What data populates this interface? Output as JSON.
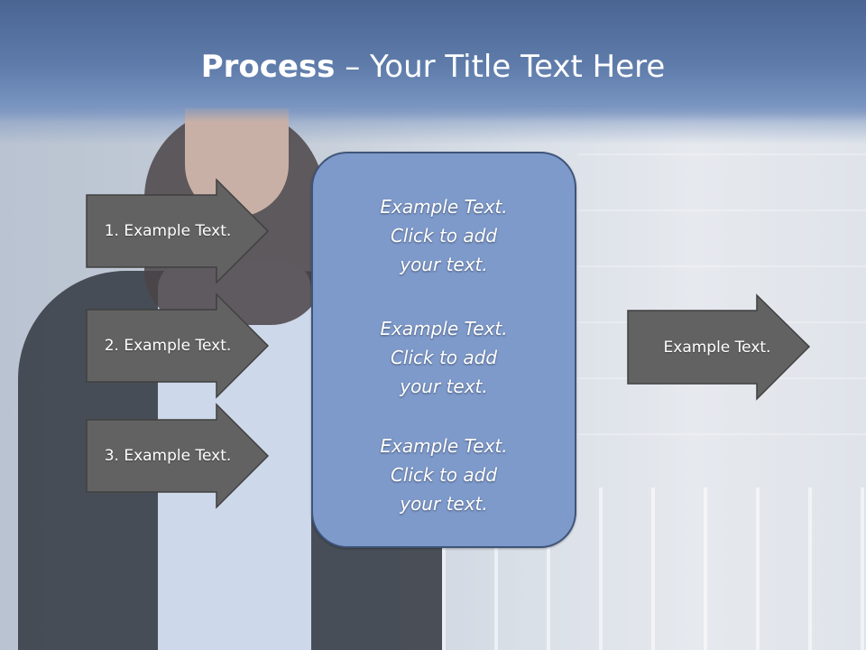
{
  "title": {
    "bold": "Process",
    "rest": " – Your Title Text Here"
  },
  "left_arrows": [
    {
      "label": "1. Example Text."
    },
    {
      "label": "2. Example Text."
    },
    {
      "label": "3. Example Text."
    }
  ],
  "center_box": {
    "paragraphs": [
      {
        "line1": "Example Text.",
        "line2": "Click  to add",
        "line3": "your text."
      },
      {
        "line1": "Example Text.",
        "line2": "Click  to add",
        "line3": "your text."
      },
      {
        "line1": "Example Text.",
        "line2": "Click  to add",
        "line3": "your text."
      }
    ]
  },
  "right_arrow": {
    "label": "Example Text."
  },
  "colors": {
    "arrow_fill": "#626262",
    "box_fill": "#7e9acb",
    "header": "#5f7cab"
  }
}
